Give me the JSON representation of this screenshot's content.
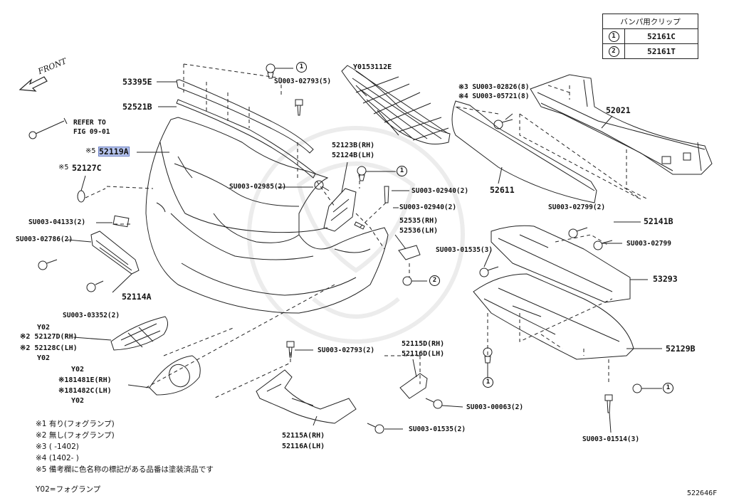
{
  "clip_table": {
    "header": "バンパ用クリップ",
    "rows": [
      {
        "mark": "1",
        "part": "52161C"
      },
      {
        "mark": "2",
        "part": "52161T"
      }
    ]
  },
  "front_label": "FRONT",
  "labels": {
    "p53395E": "53395E",
    "p52521B": "52521B",
    "refer": "REFER TO",
    "refer_fig": "FIG 09-01",
    "mark5a": "※5",
    "p52119A": "52119A",
    "mark5b": "※5",
    "p52127C": "52127C",
    "su04133": "SU003-04133(2)",
    "su02786": "SU003-02786(2)",
    "p52114A": "52114A",
    "su03352": "SU003-03352(2)",
    "y02a": "Y02",
    "p52127D": "※2 52127D(RH)",
    "p52128C": "※2 52128C(LH)",
    "y02b": "Y02",
    "y02c": "Y02",
    "p181481E": "※181481E(RH)",
    "p181482C": "※181482C(LH)",
    "y02d": "Y02",
    "su02793a": "SU003-02793(5)",
    "su02985": "SU003-02985(2)",
    "y0153112e": "Y0153112E",
    "p52123B": "52123B(RH)",
    "p52124B": "52124B(LH)",
    "su02940a": "SU003-02940(2)",
    "su02940b": "SU003-02940(2)",
    "p52535": "52535(RH)",
    "p52536": "52536(LH)",
    "su02793b": "SU003-02793(2)",
    "p52115D": "52115D(RH)",
    "p52116D": "52116D(LH)",
    "su00063": "SU003-00063(2)",
    "su01535b": "SU003-01535(2)",
    "p52115A": "52115A(RH)",
    "p52116A": "52116A(LH)",
    "su02826": "※3 SU003-02826(8)",
    "su05721": "※4 SU003-05721(8)",
    "p52021": "52021",
    "p52611": "52611",
    "su02799a": "SU003-02799(2)",
    "p52141B": "52141B",
    "su02799b": "SU003-02799",
    "su01535a": "SU003-01535(3)",
    "p53293": "53293",
    "p52129B": "52129B",
    "su01514": "SU003-01514(3)",
    "fig_code": "522646F"
  },
  "notes": [
    "※1 有り(フォグランプ)",
    "※2 無し(フォグランプ)",
    "※3 (      -1402)",
    "※4 (1402-      )",
    "※5 備考欄に色名称の標記がある品番は塗装済品です"
  ],
  "legend_y02": "Y02=フォグランプ",
  "circle_marks": [
    "1",
    "1",
    "1",
    "2",
    "1",
    "1"
  ]
}
